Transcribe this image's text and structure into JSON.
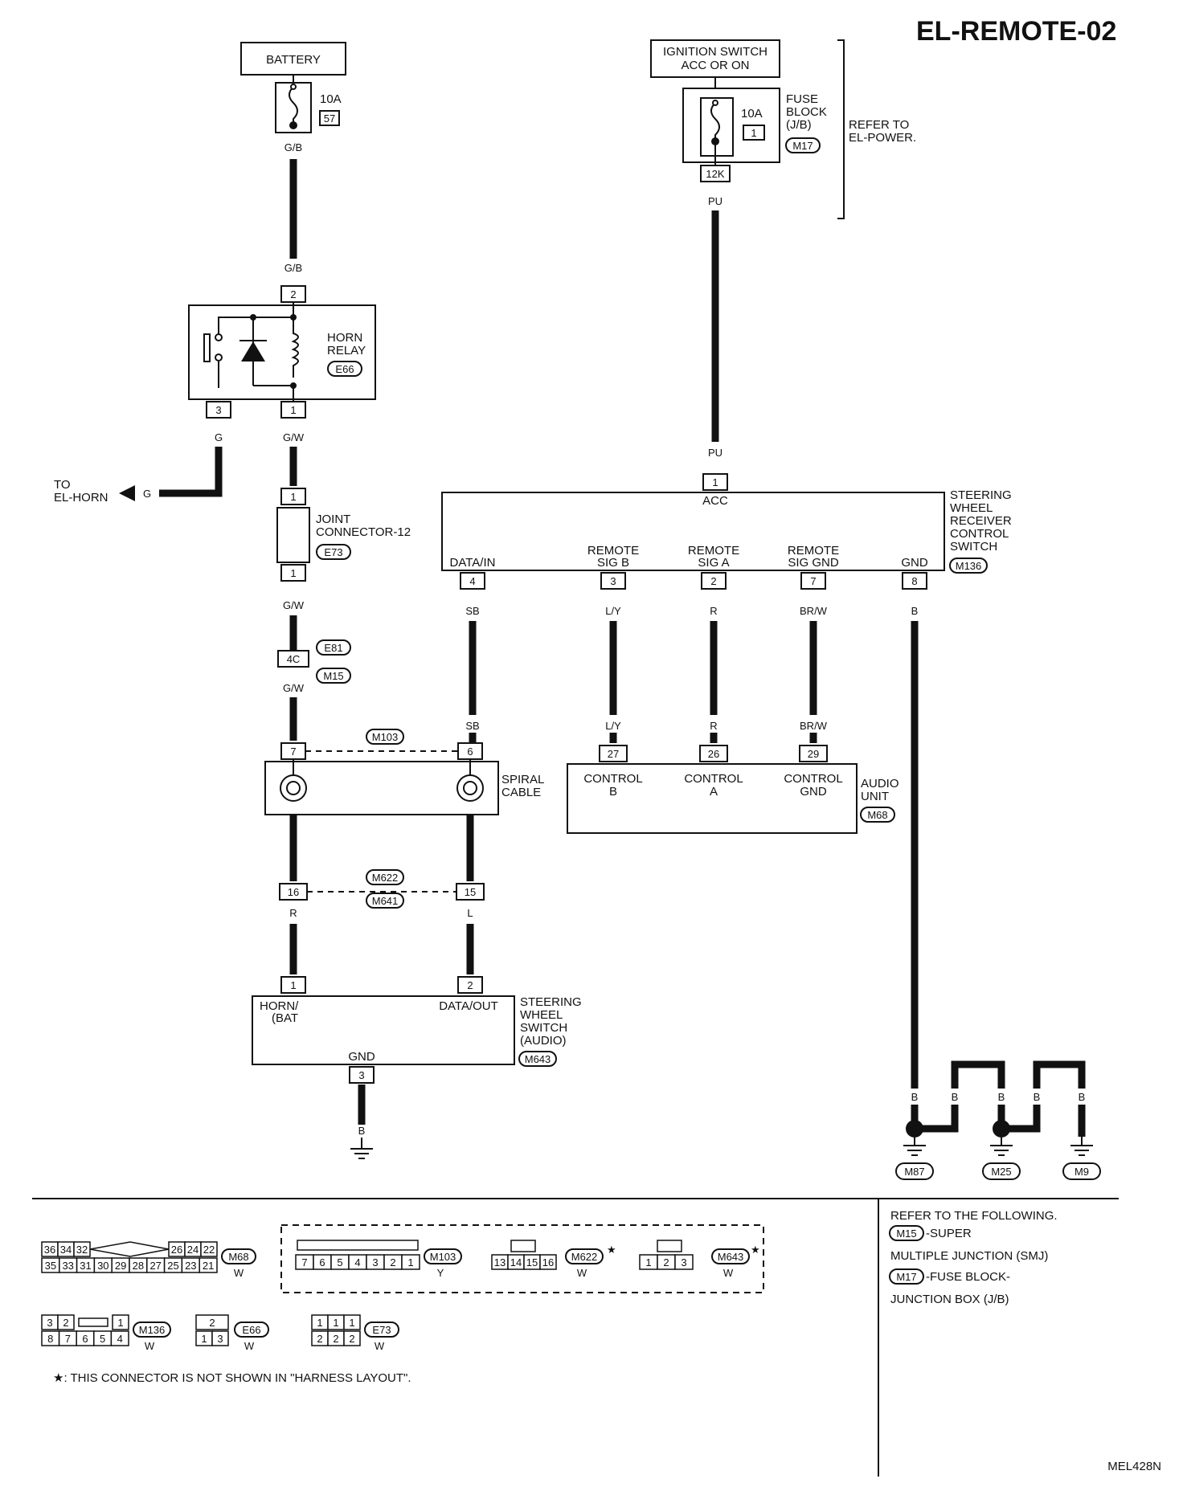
{
  "title": "EL-REMOTE-02",
  "figure_code": "MEL428N",
  "labels": {
    "battery": "BATTERY",
    "fuse_left_amp": "10A",
    "fuse_left_num": "57",
    "ign_line1": "IGNITION SWITCH",
    "ign_line2": "ACC OR ON",
    "fuse_right_amp": "10A",
    "fuse_right_num": "1",
    "fuse_block_1": "FUSE",
    "fuse_block_2": "BLOCK",
    "fuse_block_3": "(J/B)",
    "fuse_block_conn": "M17",
    "fuse_pin": "12K",
    "refer_1": "REFER TO",
    "refer_2": "EL-POWER.",
    "horn_relay_1": "HORN",
    "horn_relay_2": "RELAY",
    "horn_relay_conn": "E66",
    "to_horn_1": "TO",
    "to_horn_2": "EL-HORN",
    "joint_1": "JOINT",
    "joint_2": "CONNECTOR-12",
    "joint_conn": "E73",
    "conn_e81": "E81",
    "conn_m15": "M15",
    "pin_4c": "4C",
    "conn_m103": "M103",
    "spiral_1": "SPIRAL",
    "spiral_2": "CABLE",
    "conn_m622": "M622",
    "conn_m641": "M641",
    "swr_1": "STEERING",
    "swr_2": "WHEEL",
    "swr_3": "RECEIVER",
    "swr_4": "CONTROL",
    "swr_5": "SWITCH",
    "swr_conn": "M136",
    "acc": "ACC",
    "data_in": "DATA/IN",
    "rsb_1": "REMOTE",
    "rsb_2": "SIG B",
    "rsa_1": "REMOTE",
    "rsa_2": "SIG A",
    "rsg_1": "REMOTE",
    "rsg_2": "SIG GND",
    "gnd": "GND",
    "ctrl_b_1": "CONTROL",
    "ctrl_b_2": "B",
    "ctrl_a_1": "CONTROL",
    "ctrl_a_2": "A",
    "ctrl_g_1": "CONTROL",
    "ctrl_g_2": "GND",
    "audio_1": "AUDIO",
    "audio_2": "UNIT",
    "audio_conn": "M68",
    "sws_1": "STEERING",
    "sws_2": "WHEEL",
    "sws_3": "SWITCH",
    "sws_4": "(AUDIO)",
    "sws_conn": "M643",
    "horn_bat_1": "HORN/",
    "horn_bat_2": "(BAT",
    "data_out": "DATA/OUT",
    "sws_gnd": "GND",
    "gnd_m87": "M87",
    "gnd_m25": "M25",
    "gnd_m9": "M9",
    "refer_following": "REFER TO THE FOLLOWING.",
    "ref_m15": "M15",
    "ref_m15_text1": "-SUPER",
    "ref_m15_text2": "MULTIPLE JUNCTION (SMJ)",
    "ref_m17": "M17",
    "ref_m17_text1": "-FUSE BLOCK-",
    "ref_m17_text2": "JUNCTION BOX (J/B)",
    "footnote": "★: THIS CONNECTOR IS NOT SHOWN IN \"HARNESS LAYOUT\".",
    "star": "★",
    "w": "W",
    "y": "Y"
  },
  "wire_colors": {
    "gb_top": "G/B",
    "gb_bot": "G/B",
    "g_relay": "G",
    "g_horn": "G",
    "gw_1": "G/W",
    "gw_2": "G/W",
    "gw_3": "G/W",
    "pu_top": "PU",
    "pu_bot": "PU",
    "sb_top": "SB",
    "sb_bot": "SB",
    "ly_top": "L/Y",
    "ly_bot": "L/Y",
    "r_top": "R",
    "r_bot": "R",
    "brw_top": "BR/W",
    "brw_bot": "BR/W",
    "b_gnd": "B",
    "r_sw": "R",
    "l_sw": "L",
    "b_sws": "B",
    "b1": "B",
    "b2": "B",
    "b3": "B",
    "b4": "B",
    "b5": "B"
  },
  "pins": {
    "relay_2": "2",
    "relay_3": "3",
    "relay_1": "1",
    "joint_top": "1",
    "joint_bot": "1",
    "sp_7": "7",
    "sp_6": "6",
    "m622_16": "16",
    "m622_15": "15",
    "sws_1": "1",
    "sws_2": "2",
    "sws_3": "3",
    "swr_acc": "1",
    "swr_4": "4",
    "swr_3": "3",
    "swr_2": "2",
    "swr_7": "7",
    "swr_8": "8",
    "au_27": "27",
    "au_26": "26",
    "au_29": "29"
  },
  "connector_faces": {
    "m68_top": [
      "36",
      "34",
      "32",
      "26",
      "24",
      "22"
    ],
    "m68_bot": [
      "35",
      "33",
      "31",
      "30",
      "29",
      "28",
      "27",
      "25",
      "23",
      "21"
    ],
    "m103": [
      "7",
      "6",
      "5",
      "4",
      "3",
      "2",
      "1"
    ],
    "m622": [
      "13",
      "14",
      "15",
      "16"
    ],
    "m643": [
      "1",
      "2",
      "3"
    ],
    "m136_top": [
      "3",
      "2",
      "1"
    ],
    "m136_bot": [
      "8",
      "7",
      "6",
      "5",
      "4"
    ],
    "e66_top": [
      "2"
    ],
    "e66_bot": [
      "1",
      "3"
    ],
    "e73_top": [
      "1",
      "1",
      "1"
    ],
    "e73_bot": [
      "2",
      "2",
      "2"
    ]
  }
}
